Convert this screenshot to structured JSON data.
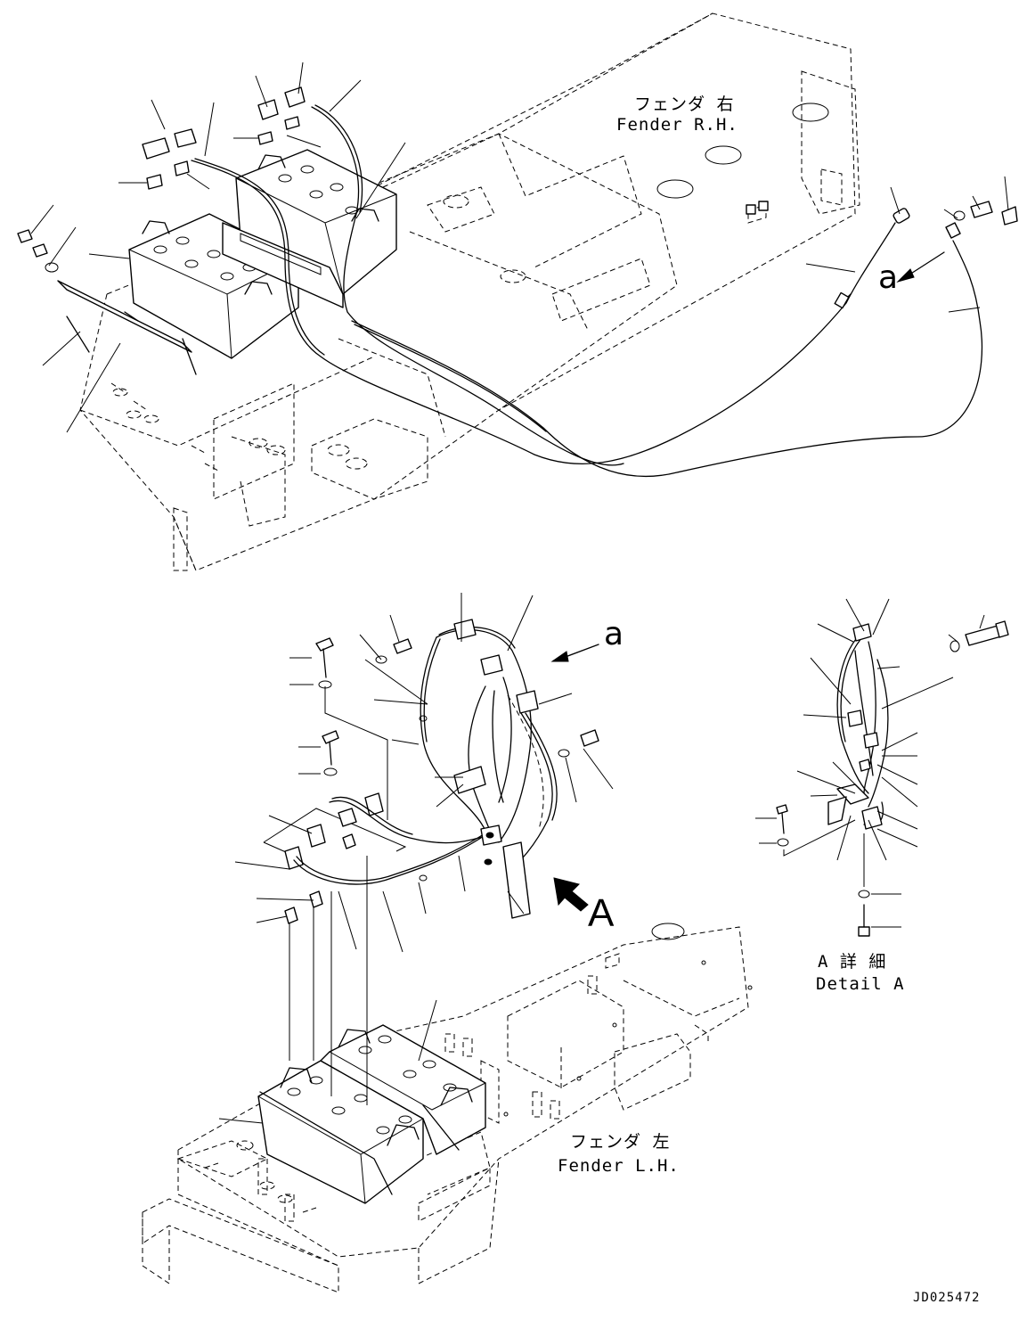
{
  "labels": {
    "fender_rh_jp": "フェンダ 右",
    "fender_rh_en": "Fender R.H.",
    "fender_lh_jp": "フェンダ 左",
    "fender_lh_en": "Fender L.H.",
    "detail_a_jp": "A 詳 細",
    "detail_a_en": "Detail A",
    "view_a": "A",
    "arrow_a_upper": "a",
    "arrow_a_lower": "a",
    "drawing_code": "JD025472"
  }
}
